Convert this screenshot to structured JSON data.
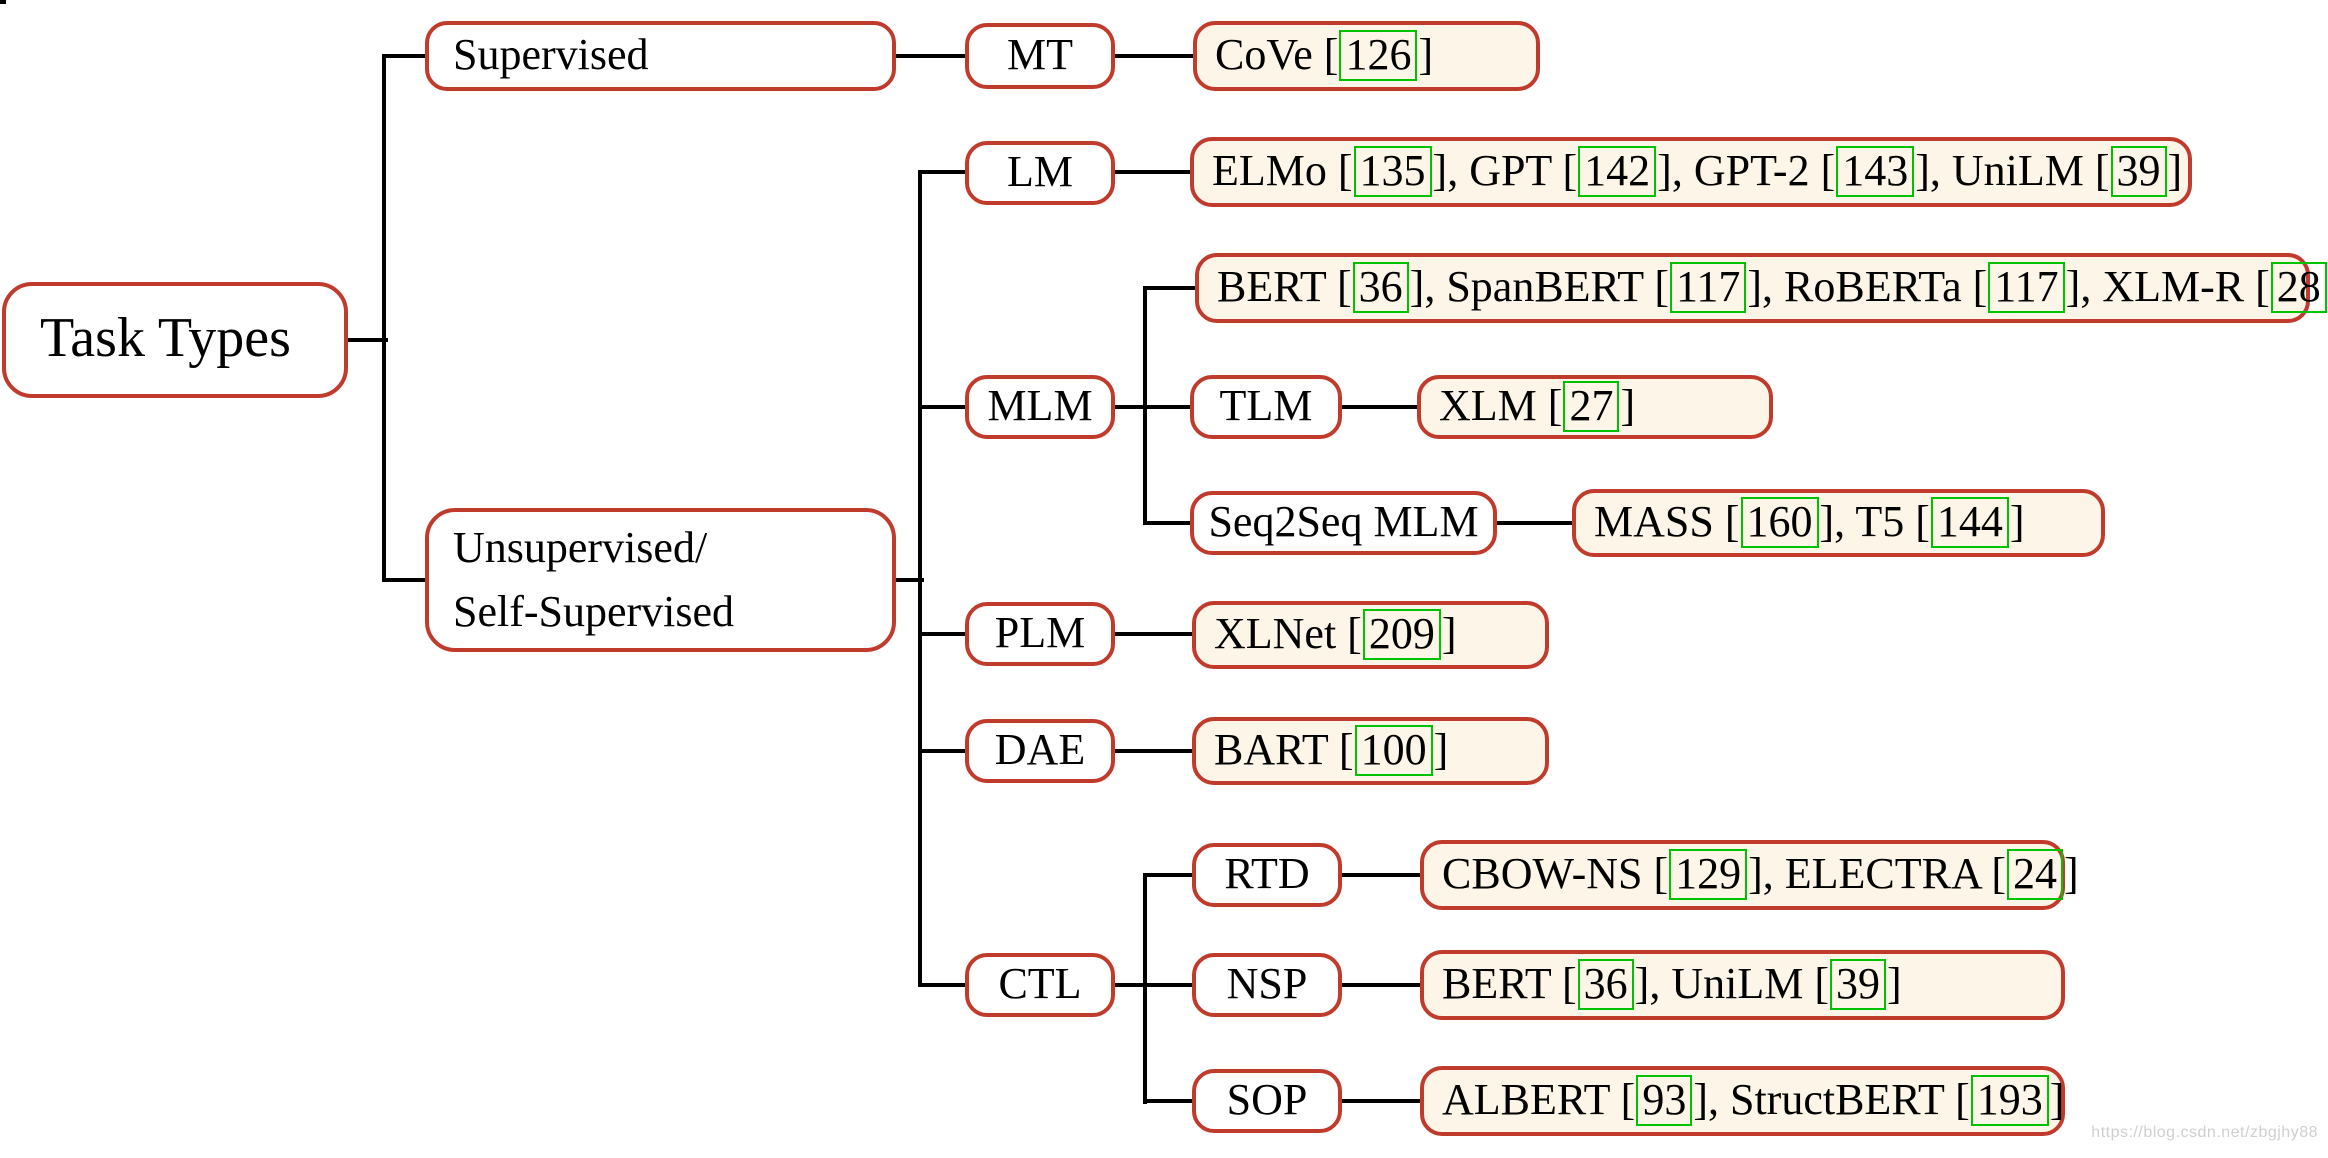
{
  "nodes": {
    "task_types": "Task Types",
    "supervised": "Supervised",
    "unsupervised_line1": "Unsupervised/",
    "unsupervised_line2": "Self-Supervised",
    "mt": "MT",
    "lm": "LM",
    "mlm": "MLM",
    "tlm": "TLM",
    "seq2seq_mlm": "Seq2Seq MLM",
    "plm": "PLM",
    "dae": "DAE",
    "ctl": "CTL",
    "rtd": "RTD",
    "nsp": "NSP",
    "sop": "SOP"
  },
  "leaves": {
    "mt_models": [
      {
        "name": "CoVe",
        "cite": "126"
      }
    ],
    "lm_models": [
      {
        "name": "ELMo",
        "cite": "135"
      },
      {
        "name": "GPT",
        "cite": "142"
      },
      {
        "name": "GPT-2",
        "cite": "143"
      },
      {
        "name": "UniLM",
        "cite": "39"
      }
    ],
    "mlm_models": [
      {
        "name": "BERT",
        "cite": "36"
      },
      {
        "name": "SpanBERT",
        "cite": "117"
      },
      {
        "name": "RoBERTa",
        "cite": "117"
      },
      {
        "name": "XLM-R",
        "cite": "28"
      }
    ],
    "tlm_models": [
      {
        "name": "XLM",
        "cite": "27"
      }
    ],
    "seq2seq_mlm_models": [
      {
        "name": "MASS",
        "cite": "160"
      },
      {
        "name": "T5",
        "cite": "144"
      }
    ],
    "plm_models": [
      {
        "name": "XLNet",
        "cite": "209"
      }
    ],
    "dae_models": [
      {
        "name": "BART",
        "cite": "100"
      }
    ],
    "rtd_models": [
      {
        "name": "CBOW-NS",
        "cite": "129"
      },
      {
        "name": "ELECTRA",
        "cite": "24"
      }
    ],
    "nsp_models": [
      {
        "name": "BERT",
        "cite": "36"
      },
      {
        "name": "UniLM",
        "cite": "39"
      }
    ],
    "sop_models": [
      {
        "name": "ALBERT",
        "cite": "93"
      },
      {
        "name": "StructBERT",
        "cite": "193"
      }
    ]
  },
  "watermark": "https://blog.csdn.net/zbgjhy88",
  "colors": {
    "box_border": "#c13b2c",
    "leaf_bg": "#fdf5e7",
    "cite_border": "#00c300",
    "connector": "#000000",
    "watermark_text": "#cfcfcf"
  }
}
